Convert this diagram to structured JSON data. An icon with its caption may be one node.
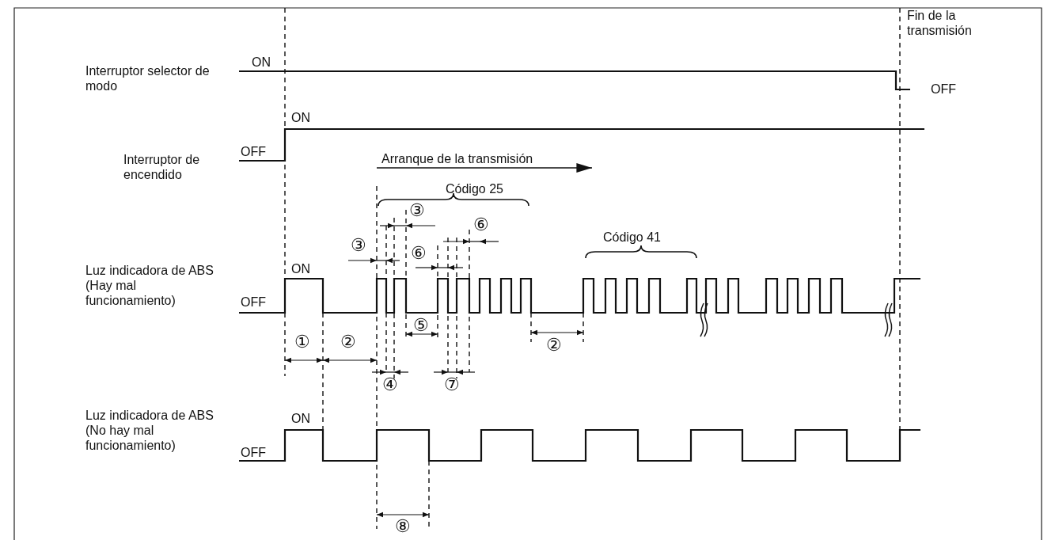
{
  "diagram": {
    "labels": [
      "Fin de la transmisión",
      "ON",
      "Interruptor selector de modo",
      "OFF",
      "ON",
      "Interruptor de encendido",
      "OFF",
      "Arranque de la transmisión",
      "Código 25",
      "③",
      "⑥",
      "③",
      "⑥",
      "Código 41",
      "ON",
      "Luz indicadora de ABS (Hay mal funcionamiento)",
      "OFF",
      "⑤",
      "①",
      "②",
      "②",
      "④",
      "⑦",
      "ON",
      "Luz indicadora de ABS (No hay mal funcionamiento)",
      "OFF",
      "⑧"
    ]
  }
}
